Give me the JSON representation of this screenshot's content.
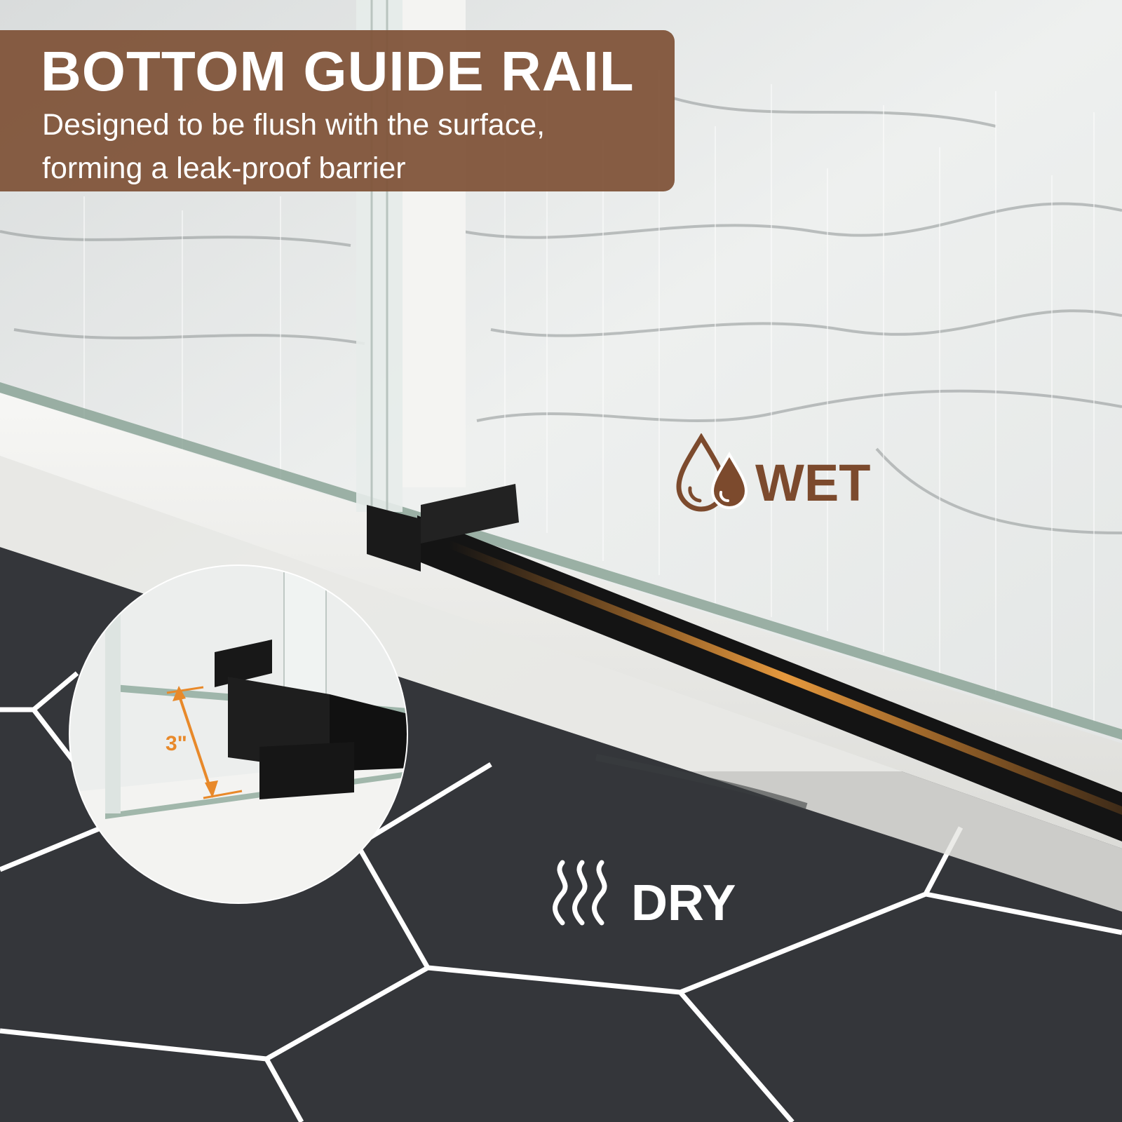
{
  "banner": {
    "title": "BOTTOM GUIDE RAIL",
    "subtitle_line1": "Designed to be flush with the surface,",
    "subtitle_line2": "forming a leak-proof barrier",
    "background_color": "#805338"
  },
  "labels": {
    "wet": "WET",
    "dry": "DRY",
    "dimension": "3\""
  },
  "icons": {
    "wet_icon": "water-drops-icon",
    "dry_icon": "heat-waves-icon"
  },
  "colors": {
    "accent_brown": "#7c4a2d",
    "accent_orange": "#e8892a",
    "rail_black": "#141414",
    "floor_tile": "#34363a",
    "grout": "#ffffff"
  }
}
